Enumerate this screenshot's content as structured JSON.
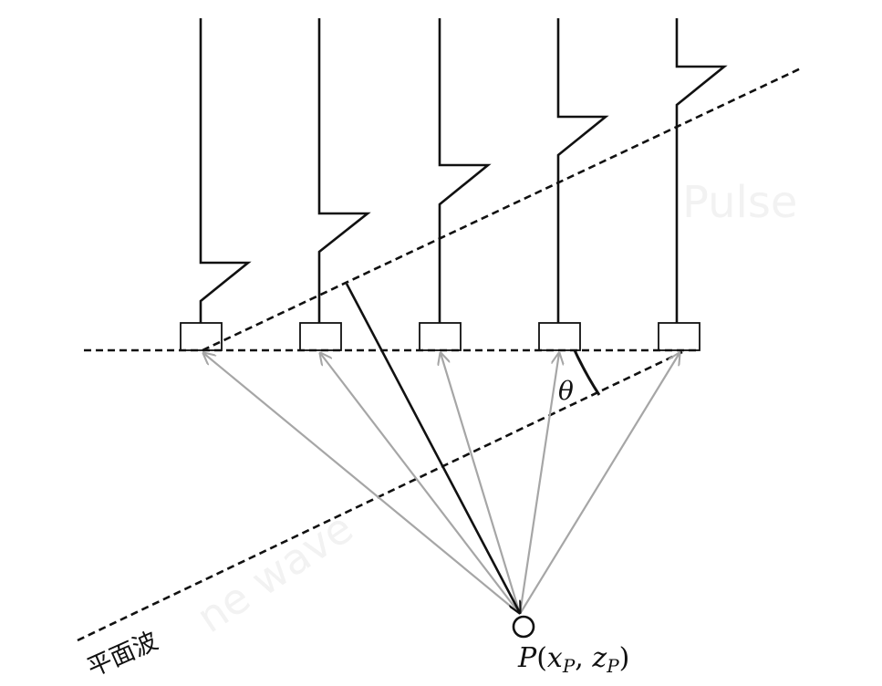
{
  "labels": {
    "plane_wave": "平面波",
    "theta": "θ",
    "point_P": "P",
    "point_open": "(",
    "point_x": "x",
    "point_x_sub": "P",
    "point_comma": ", ",
    "point_z": "z",
    "point_z_sub": "P",
    "point_close": ")"
  },
  "watermarks": {
    "top_right": "Pulse",
    "bottom_left": "ne wave"
  },
  "colors": {
    "line_dark": "#111111",
    "ray_gray": "#a6a6a6",
    "watermark": "#f2f2f2"
  },
  "elements": {
    "transducer_count": 5,
    "gray_ray_count": 5
  }
}
